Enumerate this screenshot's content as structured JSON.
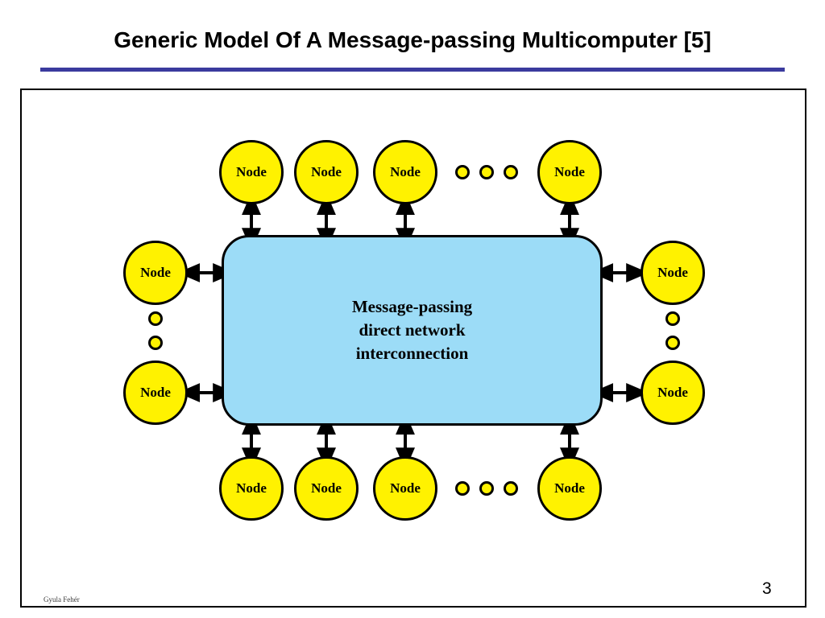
{
  "slide": {
    "title": "Generic Model Of A Message-passing Multicomputer [5]",
    "page_number": "3",
    "author": "Gyula Fehér",
    "rule_color": "#3B3B9E"
  },
  "diagram": {
    "center": {
      "label": "Message-passing\ndirect network\ninterconnection",
      "fill_color": "#9CDCF7",
      "border_color": "#000000"
    },
    "node_label": "Node",
    "node_fill_color": "#FFF200",
    "node_border_color": "#000000",
    "top_nodes": [
      {
        "label": "Node"
      },
      {
        "label": "Node"
      },
      {
        "label": "Node"
      },
      {
        "label": "Node"
      }
    ],
    "bottom_nodes": [
      {
        "label": "Node"
      },
      {
        "label": "Node"
      },
      {
        "label": "Node"
      },
      {
        "label": "Node"
      }
    ],
    "left_nodes": [
      {
        "label": "Node"
      },
      {
        "label": "Node"
      }
    ],
    "right_nodes": [
      {
        "label": "Node"
      },
      {
        "label": "Node"
      }
    ],
    "top_ellipsis_count": 3,
    "bottom_ellipsis_count": 3,
    "left_ellipsis_count": 2,
    "right_ellipsis_count": 2
  }
}
